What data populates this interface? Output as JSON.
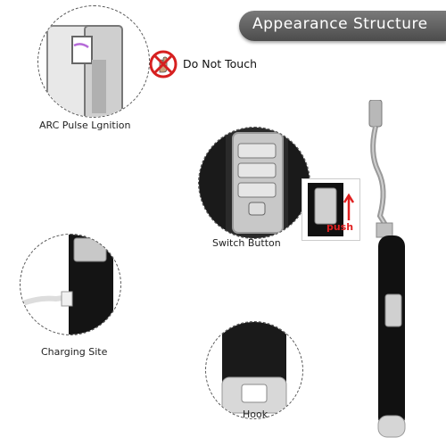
{
  "header": {
    "title": "Appearance  Structure"
  },
  "warning": {
    "text": "Do Not Touch",
    "icon": "no-touch-icon"
  },
  "callouts": [
    {
      "label": "ARC Pulse Lgnition"
    },
    {
      "label": "Switch Button"
    },
    {
      "label": "Charging Site"
    },
    {
      "label": "Hook"
    }
  ],
  "push_label": "push",
  "colors": {
    "banner": "#5e5e5e",
    "warning_red": "#d62020",
    "push_red": "#e02020",
    "body_black": "#111111"
  }
}
